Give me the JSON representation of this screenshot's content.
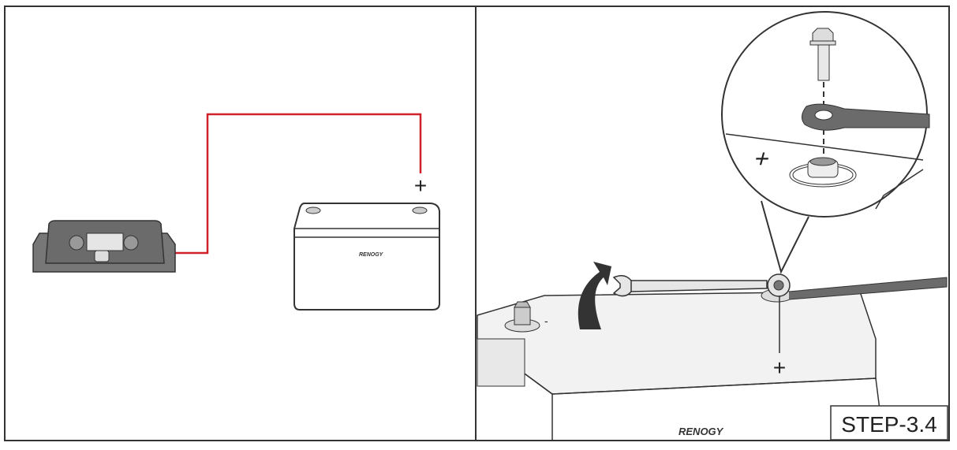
{
  "left_panel": {
    "positive_label": "+",
    "battery_logo": "RENOGY",
    "colors": {
      "positive_wire": "#d0202a",
      "controller_body": "#6b6b6b"
    }
  },
  "right_panel": {
    "positive_label": "+",
    "negative_label": "-",
    "magnified_positive_label": "+",
    "battery_logo": "RENOGY",
    "step_label": "STEP-3.4",
    "colors": {
      "cable": "#6b6b6b",
      "arrow": "#333333"
    }
  }
}
